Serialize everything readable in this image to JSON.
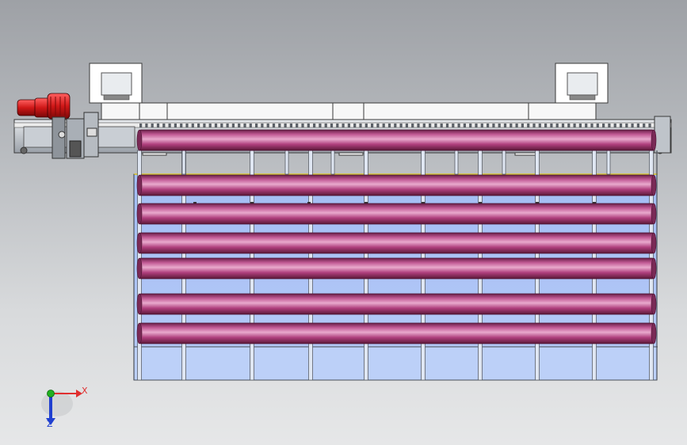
{
  "viewport": {
    "background_top": "#9ea1a6",
    "background_bottom": "#e6e7e8"
  },
  "model": {
    "roller_count": 7,
    "roller_color": "#b0407e",
    "frame_fill": "#a8c0f5",
    "frame_line": "#4a4f58",
    "motor_color": "#d01818",
    "bracket_color": "#ffffff",
    "rail_color": "#cfd3d8"
  },
  "triad": {
    "x_label": "X",
    "y_label": "Z",
    "x_color": "#e03030",
    "y_color": "#2040d0",
    "origin_color": "#20b020"
  }
}
